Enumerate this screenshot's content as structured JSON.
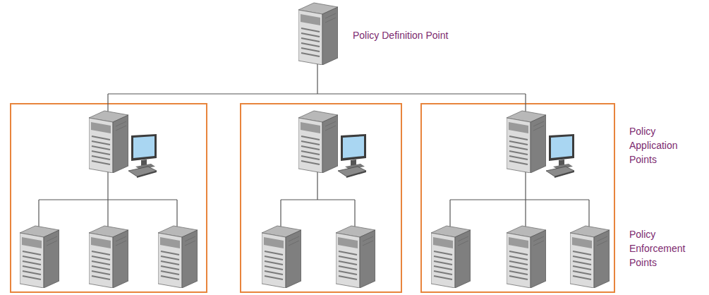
{
  "diagram": {
    "labels": [
      "Policy Definition Point",
      "Policy Application Points",
      "Policy Enforcement Points"
    ]
  }
}
